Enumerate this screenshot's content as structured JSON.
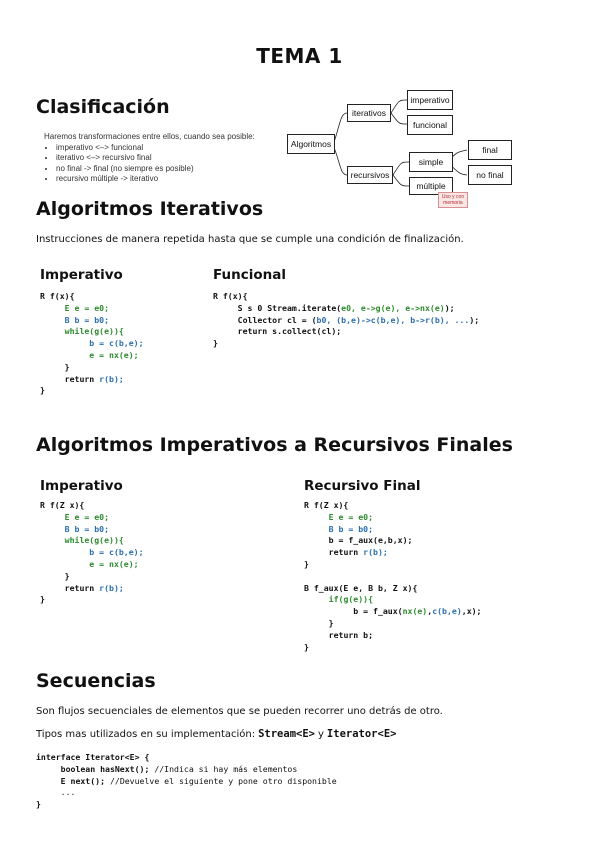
{
  "title": "TEMA 1",
  "clasificacion": {
    "heading": "Clasificación",
    "intro": "Haremos transformaciones entre ellos, cuando sea posible:",
    "bullets": [
      "imperativo <–> funcional",
      "iterativo <–> recursivo final",
      "no final -> final (no siempre es posible)",
      "recursivo múltiple -> iterativo"
    ],
    "diagram": {
      "root": "Algoritmos",
      "iterativos": "iterativos",
      "imperativo": "imperativo",
      "funcional": "funcional",
      "recursivos": "recursivos",
      "simple": "simple",
      "multiple": "múltiple",
      "final": "final",
      "no_final": "no final",
      "badge": "Uso y con memoria"
    }
  },
  "iterativos": {
    "heading": "Algoritmos Iterativos",
    "desc": "Instrucciones de manera repetida hasta que se cumple una condición de finalización.",
    "imperativo_label": "Imperativo",
    "funcional_label": "Funcional"
  },
  "imp_rec": {
    "heading": "Algoritmos Imperativos a Recursivos Finales",
    "imperativo_label": "Imperativo",
    "recursivo_label": "Recursivo Final"
  },
  "secuencias": {
    "heading": "Secuencias",
    "desc": "Son flujos secuenciales de elementos que se pueden recorrer uno detrás de otro.",
    "tipos_prefix": "Tipos mas utilizados en su implementación:",
    "stream": "Stream<E>",
    "conj": "y",
    "iterator": "Iterator<E>"
  }
}
